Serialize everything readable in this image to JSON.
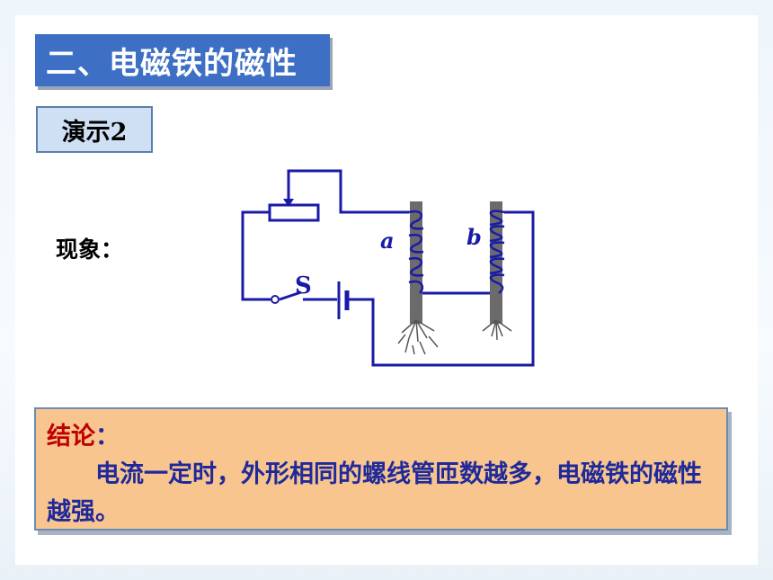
{
  "heading": "二、电磁铁的磁性",
  "demo_label": "演示2",
  "phenomenon_label": "现象：",
  "circuit": {
    "label_a": "a",
    "label_b": "b",
    "label_switch": "S"
  },
  "conclusion": {
    "title": "结论",
    "colon": "：",
    "body": "电流一定时，外形相同的螺线管匝数越多，电磁铁的磁性越强。"
  }
}
